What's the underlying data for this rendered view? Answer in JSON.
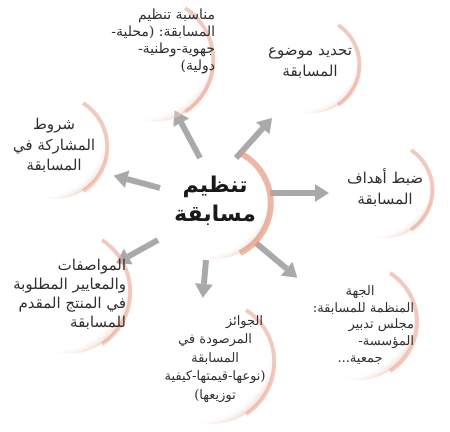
{
  "center": {
    "line1": "تنظيم",
    "line2": "مسابقة"
  },
  "nodes": {
    "top_left": [
      "مناسبة تنظيم",
      "المسابقة: (محلية-",
      "جهوية-وطنية-",
      "دولية)"
    ],
    "top_right": [
      "تحديد موضوع",
      "المسابقة"
    ],
    "right": [
      "ضبط أهداف",
      "المسابقة"
    ],
    "bottom_right": [
      "الجهة",
      "المنظمة للمسابقة:",
      "مجلس تدبير المؤسسة-",
      "جمعية..."
    ],
    "bottom_middle": [
      "الجوائز",
      "المرصودة في المسابقة",
      "(نوعها-قيمتها-كيفية",
      "توزيعها)"
    ],
    "left_bottom": [
      "المواصفات",
      "والمعايير المطلوبة",
      "في المنتج المقدم",
      "للمسابقة"
    ],
    "left": [
      "شروط",
      "المشاركة في",
      "المسابقة"
    ]
  },
  "colors": {
    "circle_shadow": "#e8a792",
    "arrow": "#a9a9a9",
    "center_shadow": "#e39a82"
  }
}
